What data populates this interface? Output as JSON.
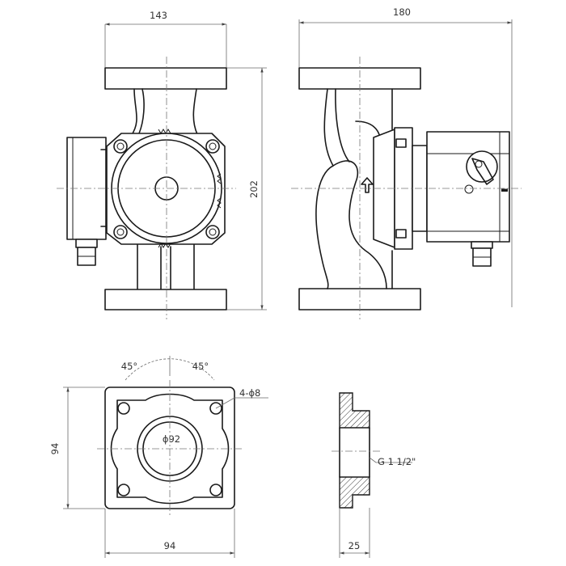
{
  "dimensions": {
    "front_width": "143",
    "side_width": "180",
    "height": "202",
    "flange_height": "94",
    "flange_width": "94",
    "section_width": "25"
  },
  "annotations": {
    "angle_left": "45°",
    "angle_right": "45°",
    "bolt_holes": "4-ϕ8",
    "bore_diameter": "ϕ92",
    "thread": "G 1 1/2\""
  }
}
